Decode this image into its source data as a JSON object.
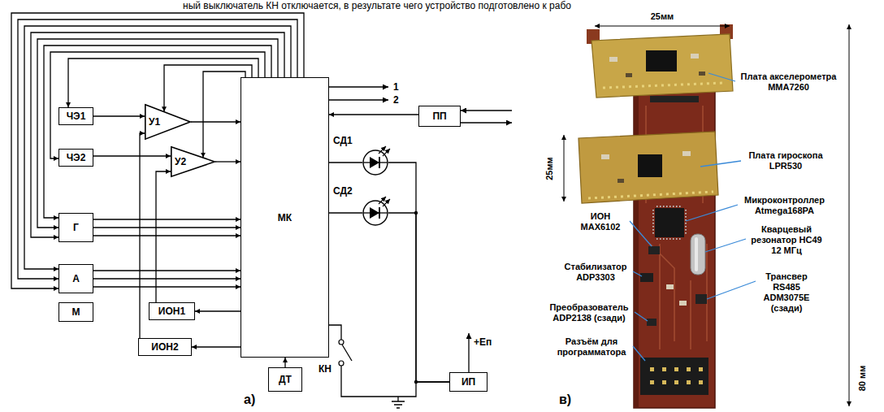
{
  "diagram": {
    "nodes": [
      {
        "text": [
          "ЧЭ1"
        ]
      },
      {
        "text": [
          "У1"
        ]
      },
      {
        "text": [
          "ЧЭ2"
        ]
      },
      {
        "text": [
          "У2"
        ]
      },
      {
        "text": [
          "МК"
        ]
      },
      {
        "text": [
          "ПП"
        ]
      },
      {
        "text": [
          "СД1"
        ]
      },
      {
        "text": [
          "СД2"
        ]
      },
      {
        "text": [
          "Г"
        ]
      },
      {
        "text": [
          "А"
        ]
      },
      {
        "text": [
          "М"
        ]
      },
      {
        "text": [
          "ИОН1"
        ]
      },
      {
        "text": [
          "ИОН2"
        ]
      },
      {
        "text": [
          "ДТ"
        ]
      },
      {
        "text": [
          "ИП"
        ]
      }
    ],
    "edges": [
      {
        "from": 4,
        "to": 0,
        "arrow": "to"
      },
      {
        "from": 4,
        "to": 1,
        "arrow": "to"
      },
      {
        "from": 4,
        "to": 2,
        "arrow": "to"
      },
      {
        "from": 4,
        "to": 3,
        "arrow": "to"
      },
      {
        "from": 4,
        "to": 8,
        "arrow": "to"
      },
      {
        "from": 4,
        "to": 8,
        "arrow": "to"
      },
      {
        "from": 4,
        "to": 8,
        "arrow": "to"
      },
      {
        "from": 4,
        "to": 9,
        "arrow": "to"
      },
      {
        "from": 4,
        "to": 9,
        "arrow": "to"
      },
      {
        "from": 4,
        "to": 9,
        "arrow": "to"
      },
      {
        "from": 0,
        "to": 1,
        "arrow": "to"
      },
      {
        "from": 2,
        "to": 3,
        "arrow": "to"
      },
      {
        "from": 1,
        "to": 4,
        "arrow": "to"
      },
      {
        "from": 3,
        "to": 4,
        "arrow": "to"
      },
      {
        "from": 8,
        "to": 4,
        "arrow": "to"
      },
      {
        "from": 8,
        "to": 4,
        "arrow": "to"
      },
      {
        "from": 8,
        "to": 4,
        "arrow": "to"
      },
      {
        "from": 9,
        "to": 4,
        "arrow": "to"
      },
      {
        "from": 9,
        "to": 4,
        "arrow": "to"
      },
      {
        "from": 9,
        "to": 4,
        "arrow": "to"
      },
      {
        "from": 4,
        "to": 11,
        "arrow": "to"
      },
      {
        "from": 4,
        "to": 12,
        "arrow": "to"
      },
      {
        "from": 11,
        "to": 3,
        "arrow": "to"
      },
      {
        "from": 12,
        "to": 1,
        "arrow": "to"
      },
      {
        "from": 13,
        "to": 4,
        "arrow": "to"
      },
      {
        "from": 5,
        "to": 4,
        "arrow": "to"
      },
      {
        "from": 4,
        "to": 6,
        "arrow": "none"
      },
      {
        "from": 4,
        "to": 7,
        "arrow": "none"
      },
      {
        "from": 6,
        "to": 14,
        "arrow": "none"
      },
      {
        "from": 7,
        "to": 14,
        "arrow": "none"
      }
    ],
    "labels": [
      "ный выключатель КН отключается, в результате чего устройство подготовлено к рабо",
      "1",
      "2",
      "КН",
      "+Eп",
      "а)",
      "в)",
      "25мм",
      "25мм",
      "80 мм",
      "Плата акселерометра MMA7260",
      "Плата гироскопа LPR530",
      "Микроконтроллер Atmega168PA",
      "ИОН MAX6102",
      "Кварцевый резонатор HC49 12 МГц",
      "Стабилизатор ADP3303",
      "Трансвер RS485 ADM3075E (сзади)",
      "Преобразователь ADP2138 (сзади)",
      "Разъём для программатора"
    ]
  }
}
